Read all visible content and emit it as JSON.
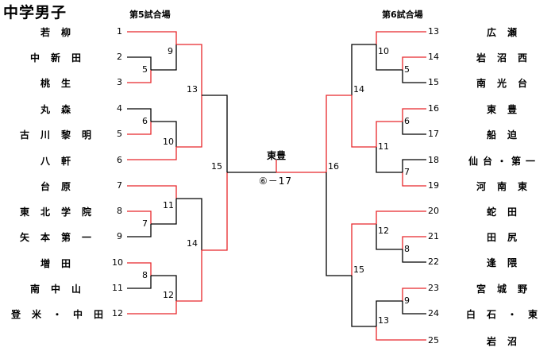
{
  "title": "中学男子",
  "venues": {
    "left": "第5試合場",
    "right": "第6試合場"
  },
  "colors": {
    "win": "#e8262a",
    "line": "#000000"
  },
  "left_teams": [
    {
      "seed": "1",
      "name": "若柳"
    },
    {
      "seed": "2",
      "name": "中新田"
    },
    {
      "seed": "3",
      "name": "桃生"
    },
    {
      "seed": "4",
      "name": "丸森"
    },
    {
      "seed": "5",
      "name": "古川黎明"
    },
    {
      "seed": "6",
      "name": "八軒"
    },
    {
      "seed": "7",
      "name": "台原"
    },
    {
      "seed": "8",
      "name": "東北学院"
    },
    {
      "seed": "9",
      "name": "矢本第一"
    },
    {
      "seed": "10",
      "name": "増田"
    },
    {
      "seed": "11",
      "name": "南中山"
    },
    {
      "seed": "12",
      "name": "登米・中田"
    }
  ],
  "right_teams": [
    {
      "seed": "13",
      "name": "広瀬"
    },
    {
      "seed": "14",
      "name": "岩沼西"
    },
    {
      "seed": "15",
      "name": "南光台"
    },
    {
      "seed": "16",
      "name": "東豊"
    },
    {
      "seed": "17",
      "name": "船迫"
    },
    {
      "seed": "18",
      "name": "仙台・第一"
    },
    {
      "seed": "19",
      "name": "河南東"
    },
    {
      "seed": "20",
      "name": "蛇田"
    },
    {
      "seed": "21",
      "name": "田尻"
    },
    {
      "seed": "22",
      "name": "逢隈"
    },
    {
      "seed": "23",
      "name": "宮城野"
    },
    {
      "seed": "24",
      "name": "白石・東"
    },
    {
      "seed": "25",
      "name": "岩沼"
    }
  ],
  "match_numbers": {
    "L5": "5",
    "L9": "9",
    "L6": "6",
    "L10": "10",
    "L13": "13",
    "L7": "7",
    "L11": "11",
    "L8": "8",
    "L12": "12",
    "L14": "14",
    "L15": "15",
    "R10": "10",
    "R5": "5",
    "R14": "14",
    "R6": "6",
    "R7": "7",
    "R11": "11",
    "R16": "16",
    "R12": "12",
    "R8": "8",
    "R15": "15",
    "R9": "9",
    "R13": "13"
  },
  "final": {
    "winner": "東豊",
    "score": "⑥－17"
  }
}
